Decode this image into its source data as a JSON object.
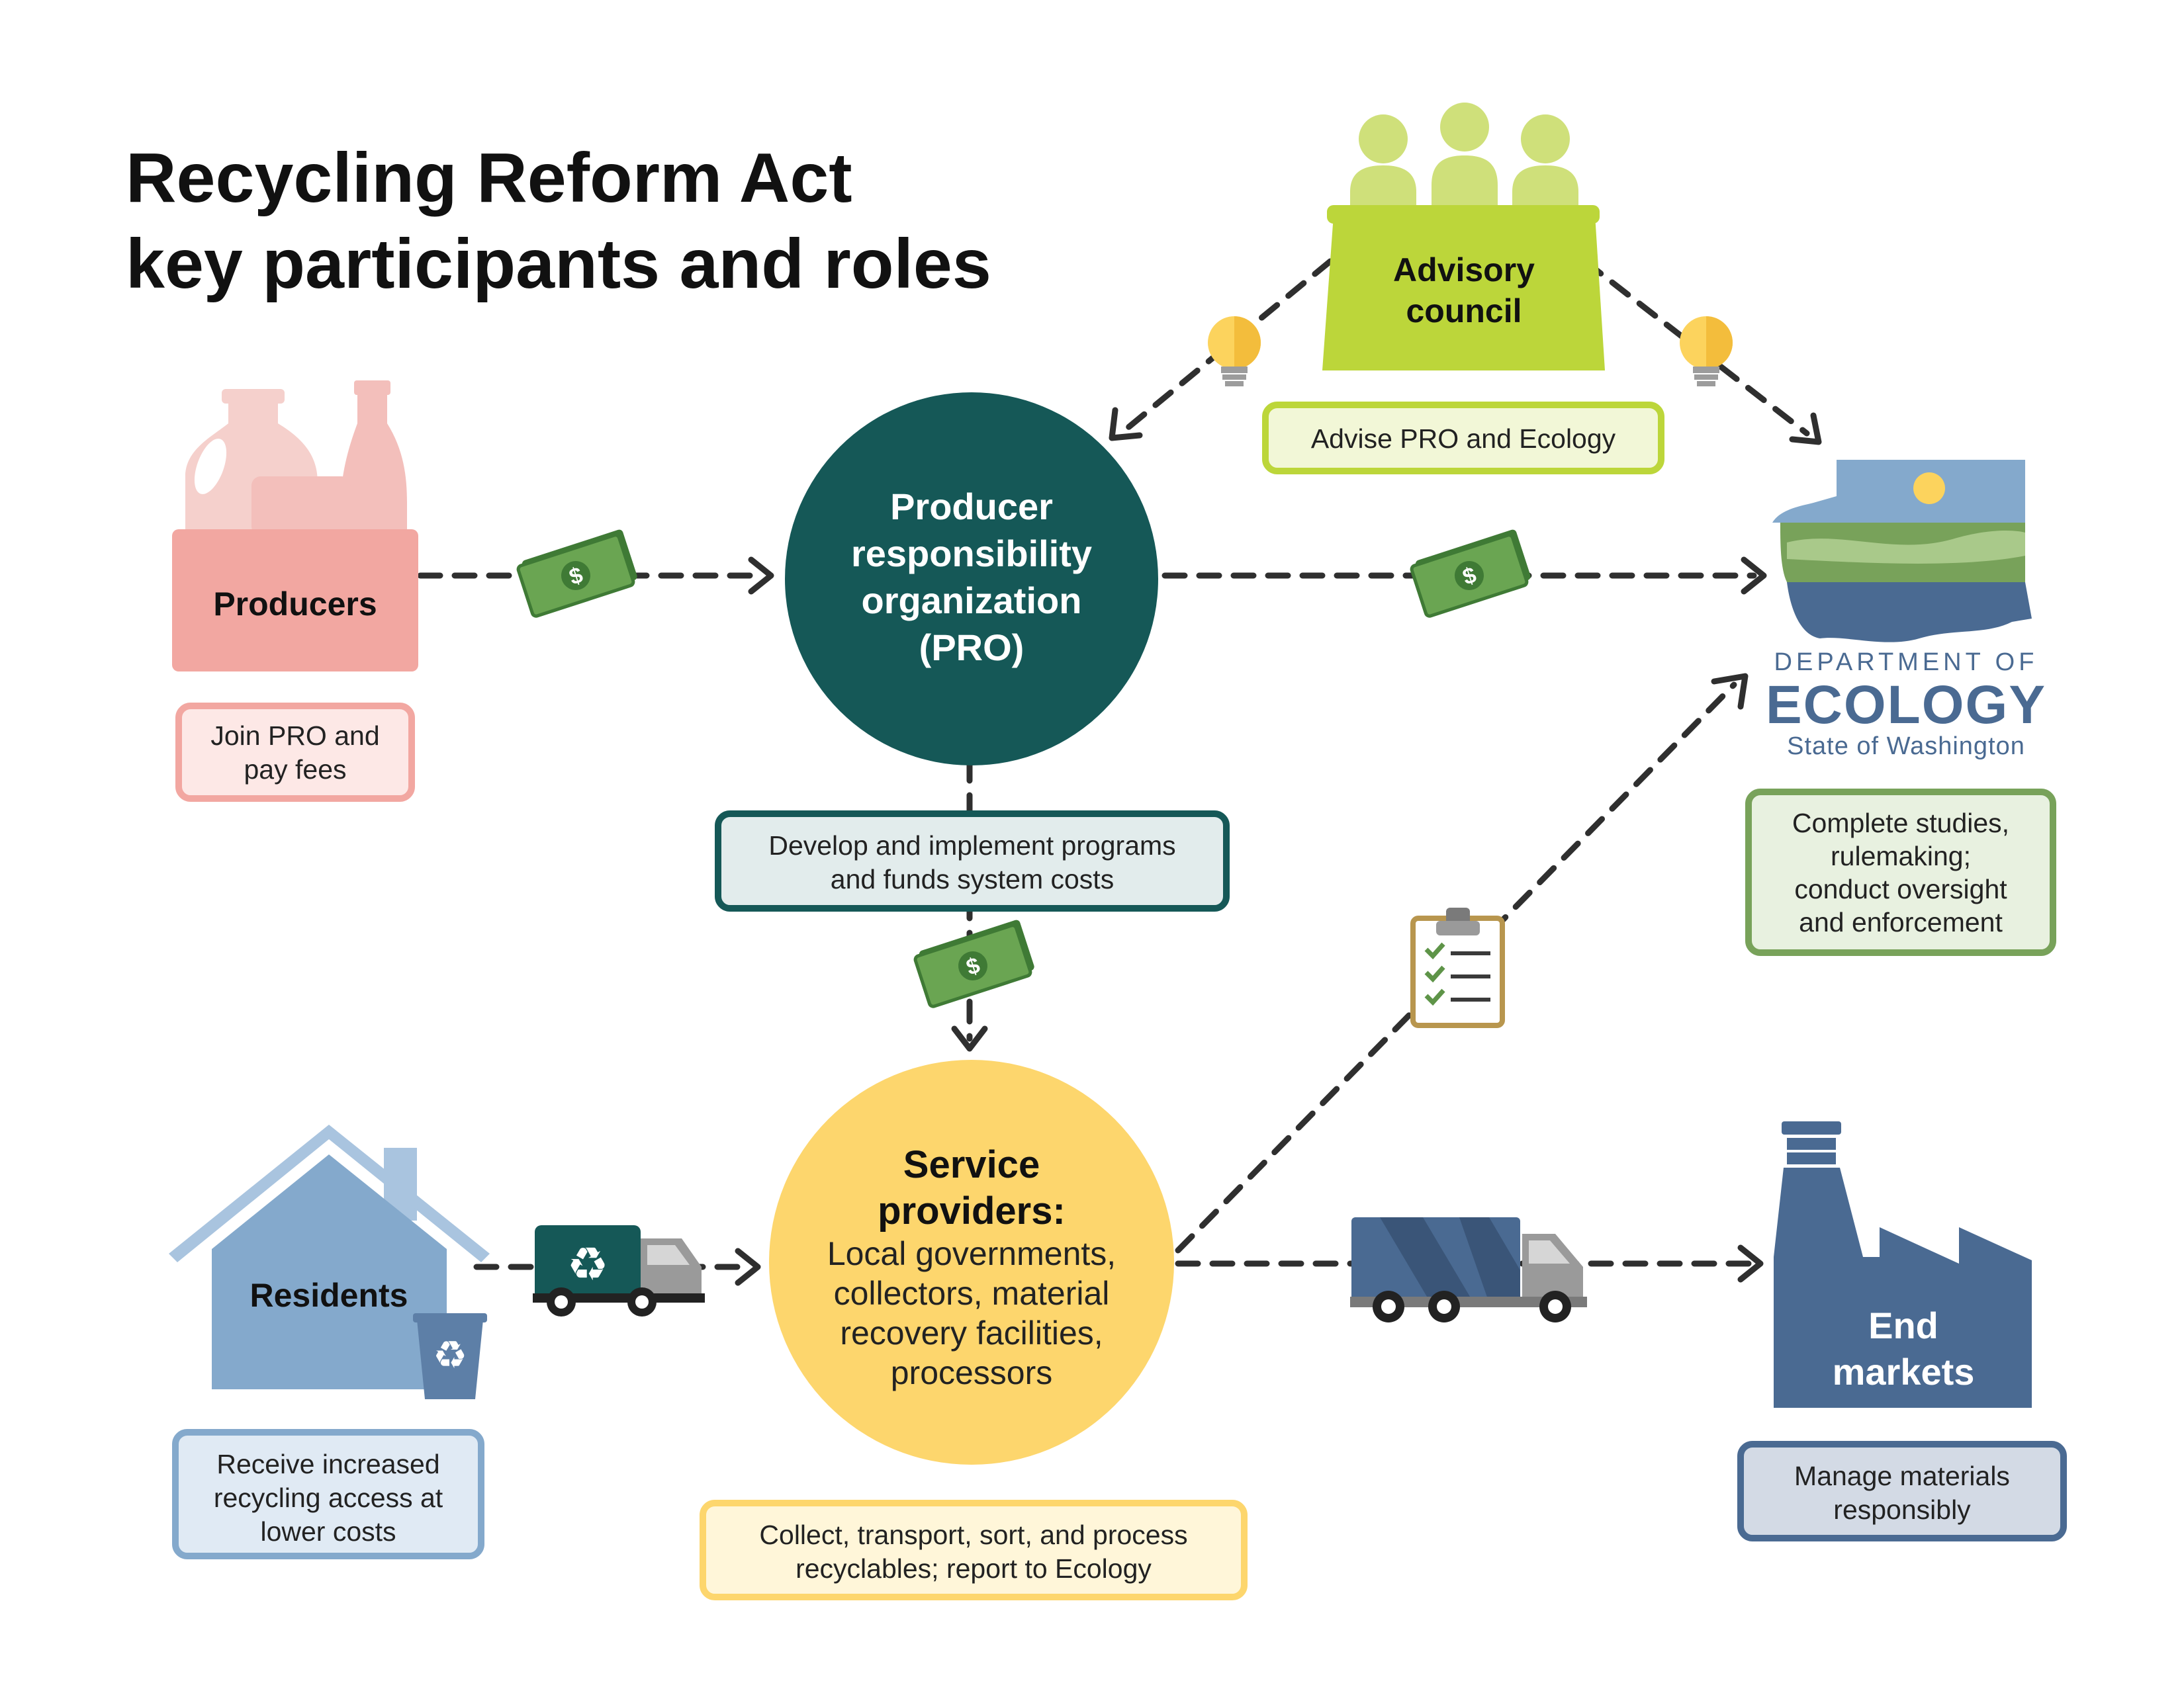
{
  "title": {
    "line1": "Recycling Reform Act",
    "line2": "key participants and roles"
  },
  "participants": {
    "producers": {
      "label": "Producers",
      "role_line1": "Join PRO and",
      "role_line2": "pay fees"
    },
    "pro": {
      "label_line1": "Producer",
      "label_line2": "responsibility",
      "label_line3": "organization",
      "label_line4": "(PRO)",
      "role_line1": "Develop and implement programs",
      "role_line2": "and funds system costs"
    },
    "advisory": {
      "label_line1": "Advisory",
      "label_line2": "council",
      "role": "Advise PRO and Ecology"
    },
    "ecology": {
      "logo_line1": "DEPARTMENT OF",
      "logo_line2": "ECOLOGY",
      "logo_line3": "State of Washington",
      "role_line1": "Complete studies,",
      "role_line2": "rulemaking;",
      "role_line3": "conduct oversight",
      "role_line4": "and enforcement"
    },
    "residents": {
      "label": "Residents",
      "role_line1": "Receive increased",
      "role_line2": "recycling access at",
      "role_line3": "lower costs"
    },
    "service": {
      "label_line1": "Service",
      "label_line2": "providers:",
      "desc_line1": "Local governments,",
      "desc_line2": "collectors, material",
      "desc_line3": "recovery facilities,",
      "desc_line4": "processors",
      "role_line1": "Collect, transport, sort, and process",
      "role_line2": "recyclables; report to Ecology"
    },
    "markets": {
      "label_line1": "End",
      "label_line2": "markets",
      "role_line1": "Manage materials",
      "role_line2": "responsibly"
    }
  },
  "colors": {
    "producers": "#f2a7a1",
    "pro": "#155857",
    "advisory": "#bcd63a",
    "ecology_role": "#78a25a",
    "residents": "#84a9cc",
    "service": "#fdd66d",
    "markets": "#4a6a92",
    "money": "#5e9448"
  },
  "icons": [
    "bottles-icon",
    "money-icon",
    "people-icon",
    "lightbulb-icon",
    "ecology-logo",
    "house-icon",
    "recycle-bin-icon",
    "recycling-truck-icon",
    "clipboard-icon",
    "delivery-truck-icon",
    "factory-icon"
  ]
}
